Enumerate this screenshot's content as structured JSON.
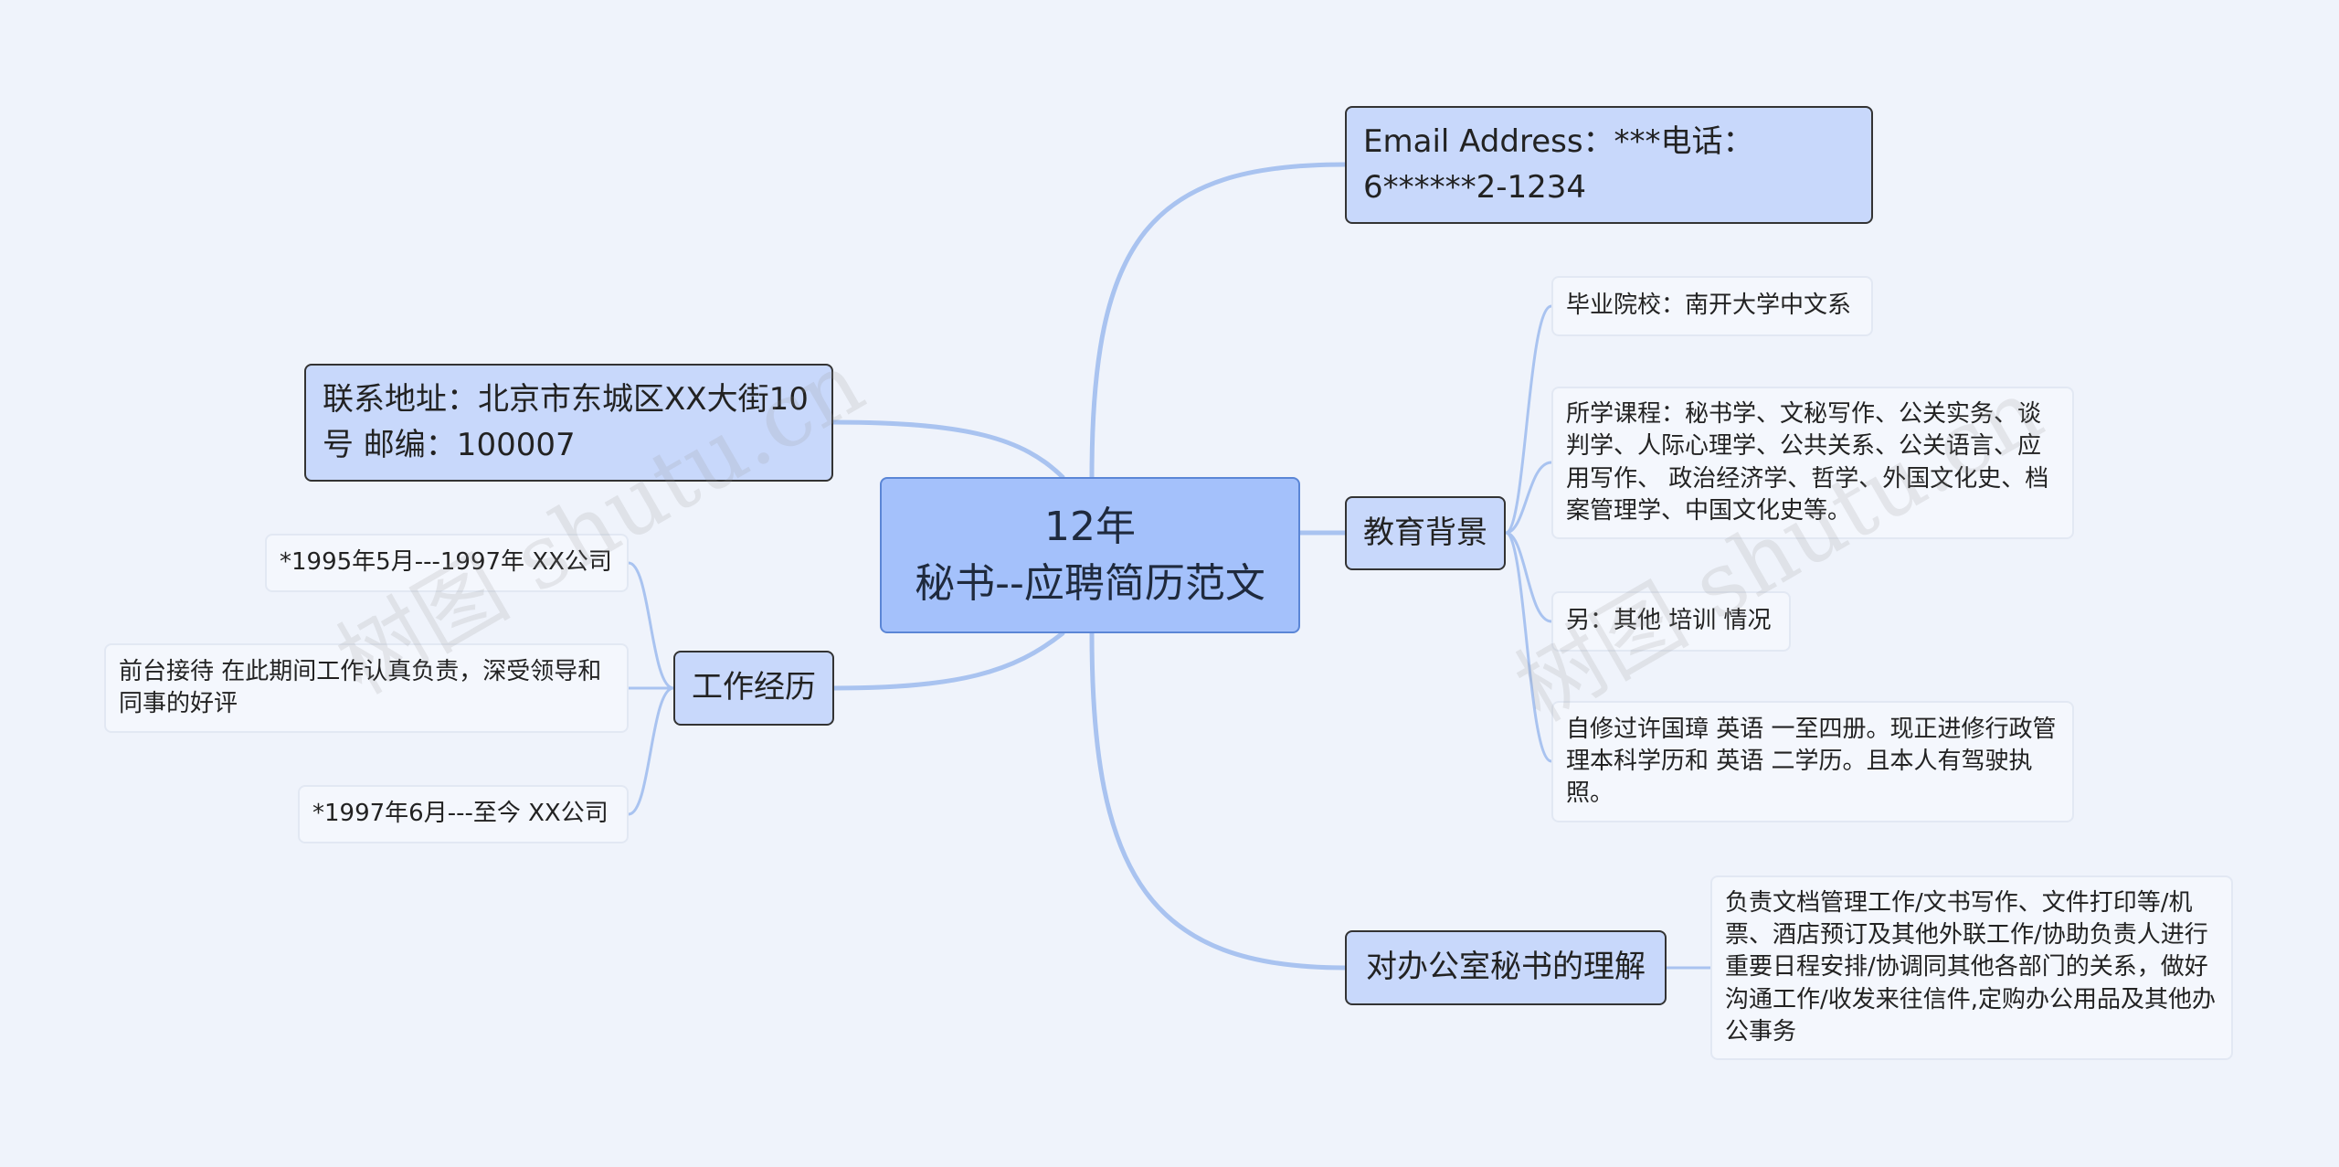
{
  "root": {
    "line1": "12年",
    "line2": "秘书--应聘简历范文"
  },
  "branches": {
    "contact_email": "Email Address：***电话：6******2-1234",
    "contact_address": "联系地址：北京市东城区XX大街10号 邮编：100007",
    "education": {
      "label": "教育背景",
      "items": [
        "毕业院校：南开大学中文系",
        "所学课程：秘书学、文秘写作、公关实务、谈判学、人际心理学、公共关系、公关语言、应用写作、 政治经济学、哲学、外国文化史、档案管理学、中国文化史等。",
        "另：其他 培训 情况",
        "自修过许国璋 英语 一至四册。现正进修行政管理本科学历和 英语 二学历。且本人有驾驶执照。"
      ]
    },
    "work": {
      "label": "工作经历",
      "items": [
        "*1995年5月---1997年 XX公司",
        "前台接待 在此期间工作认真负责，深受领导和同事的好评",
        "*1997年6月---至今 XX公司"
      ]
    },
    "office": {
      "label": "对办公室秘书的理解",
      "items": [
        "负责文档管理工作/文书写作、文件打印等/机票、酒店预订及其他外联工作/协助负责人进行重要日程安排/协调同其他各部门的关系，做好沟通工作/收发来往信件,定购办公用品及其他办公事务"
      ]
    }
  },
  "watermark": "树图 shutu.cn",
  "colors": {
    "link": "#a9c3f0",
    "root_fill": "#a4c1fb",
    "main_fill": "#c8d8fb",
    "background": "#eff3fb"
  }
}
